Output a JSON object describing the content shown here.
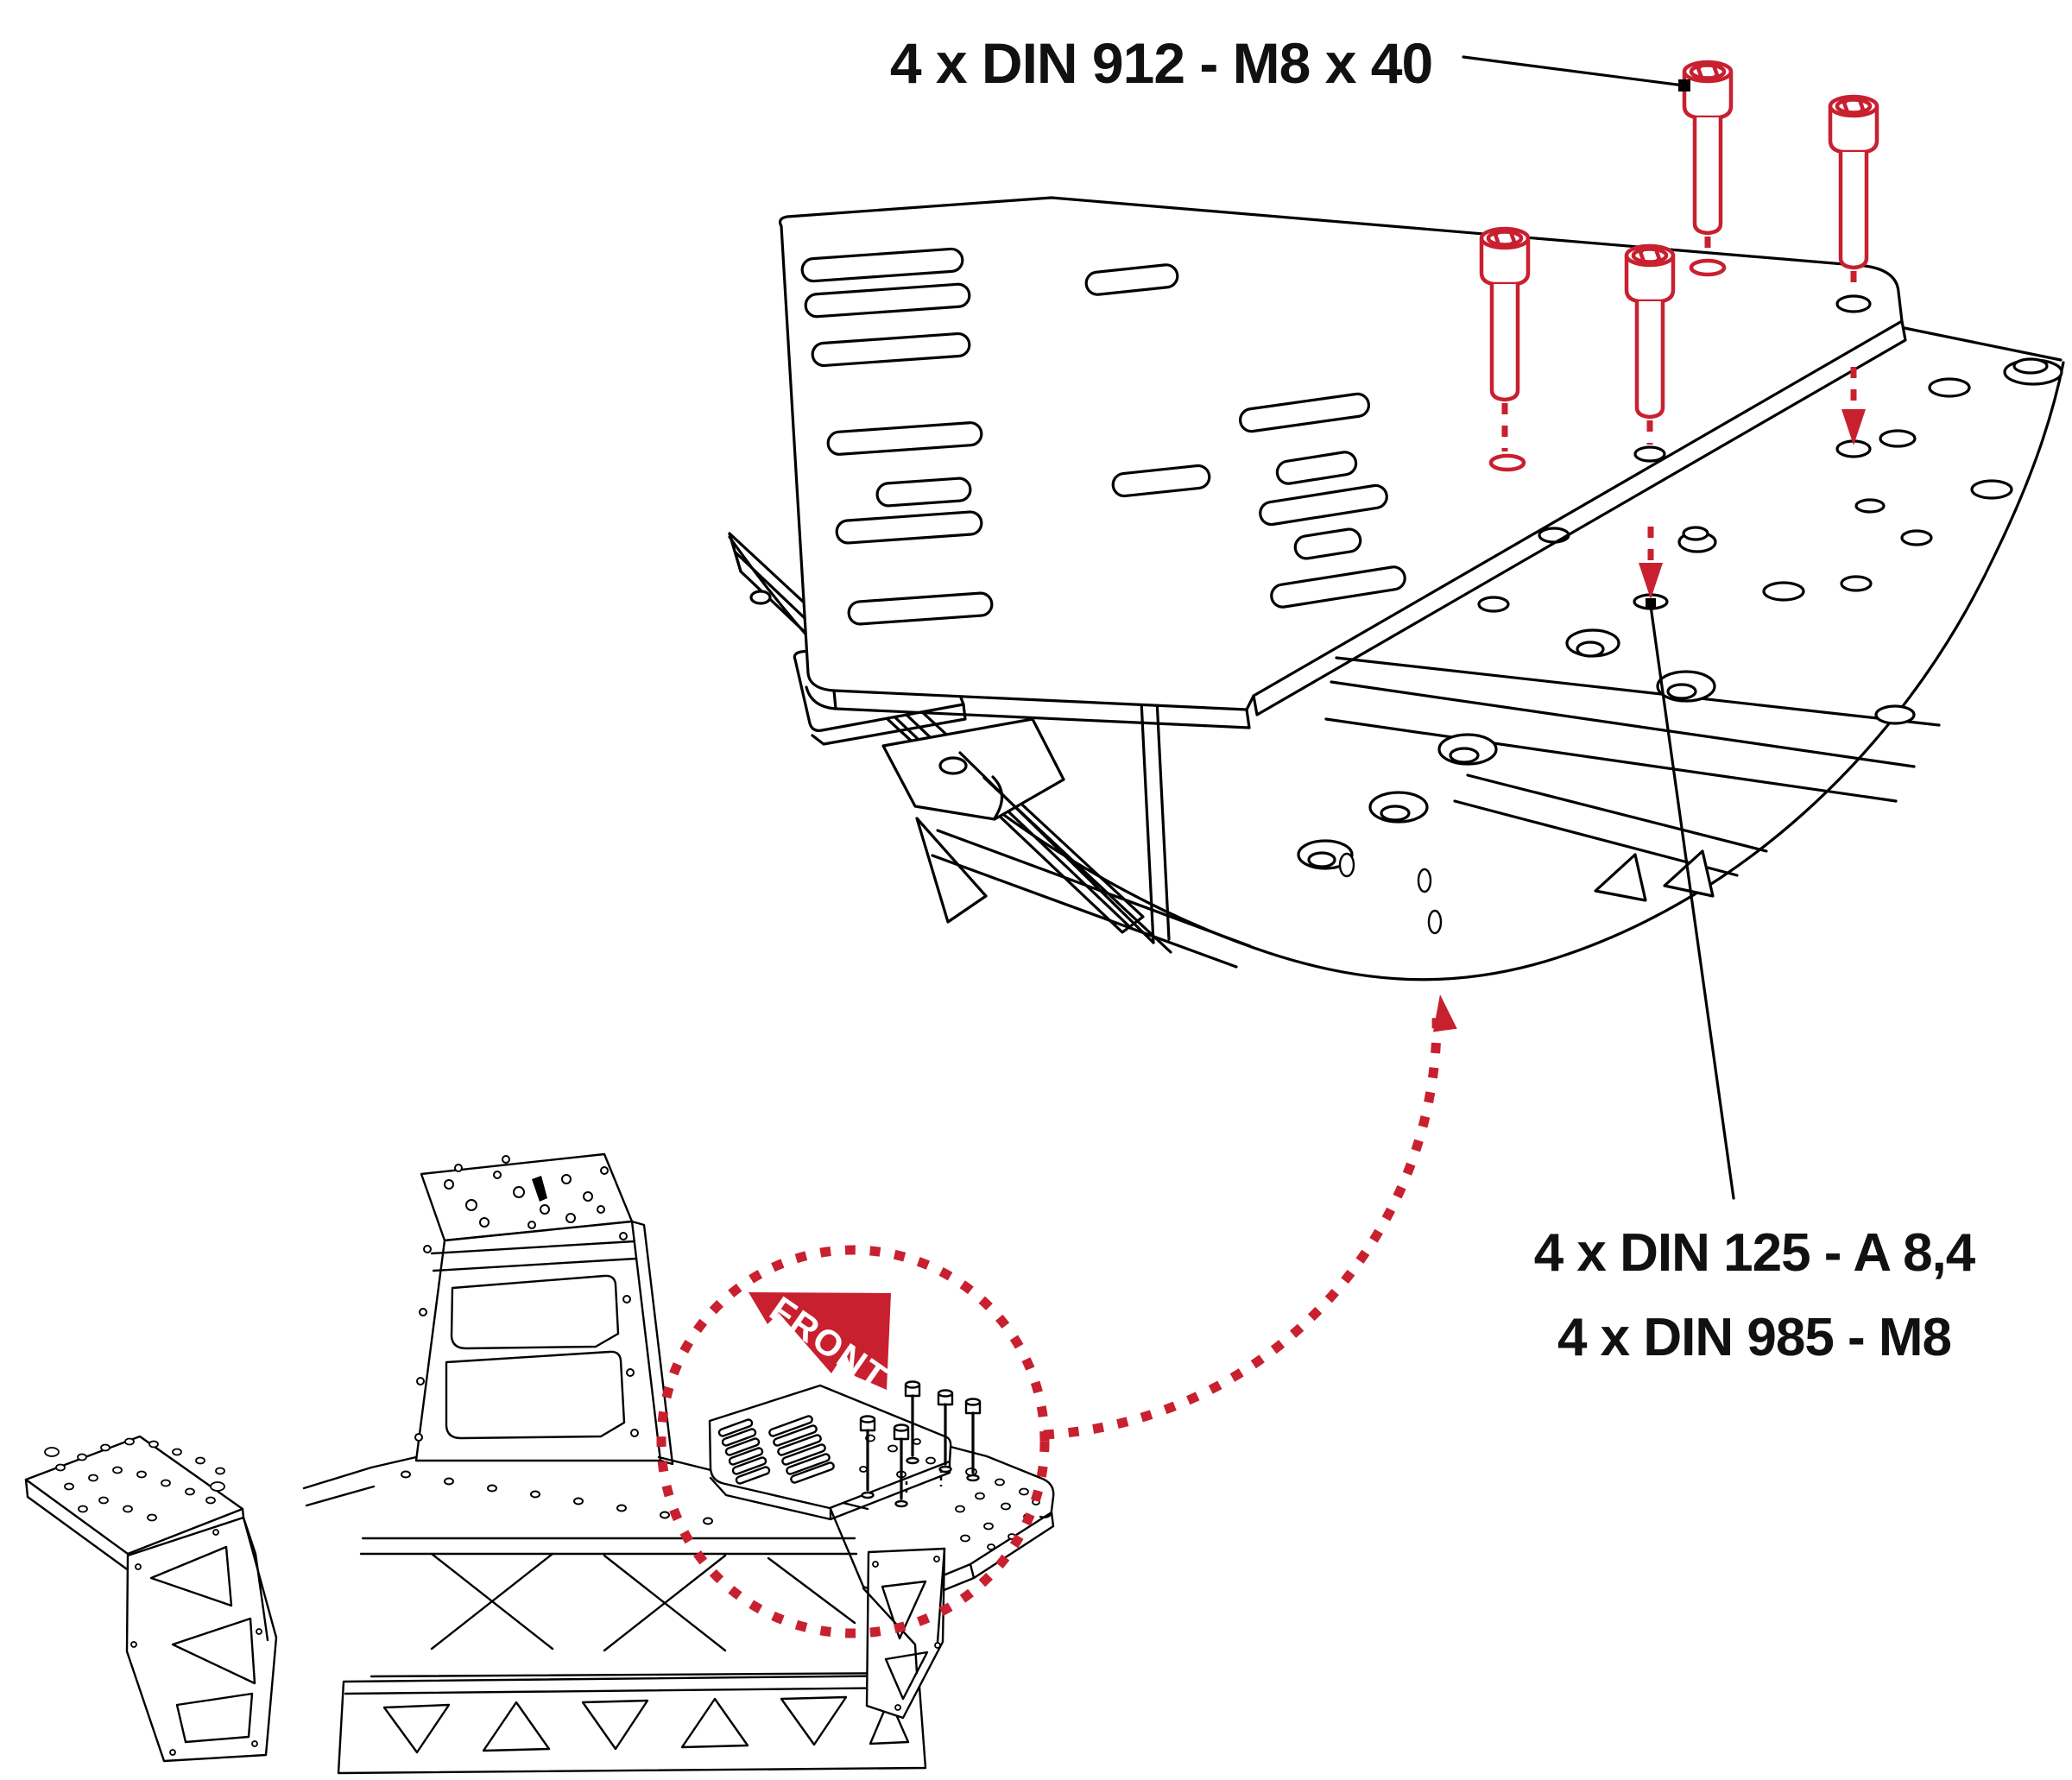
{
  "labels": {
    "din912": "4 x DIN 912 - M8 x 40",
    "din125": "4 x DIN 125 - A 8,4",
    "din985": "4 x DIN 985 - M8",
    "front": "FRONT"
  },
  "colors": {
    "accent_red": "#c8202f",
    "line_black": "#000000",
    "background": "#ffffff",
    "front_label_text": "#ffffff"
  }
}
